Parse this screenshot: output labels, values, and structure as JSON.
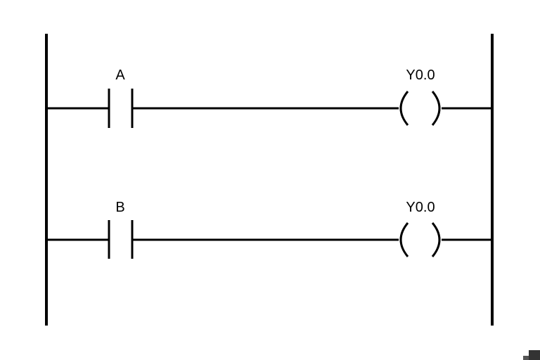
{
  "diagram": {
    "stroke_color": "#000000",
    "background_color": "#ffffff",
    "rungs": [
      {
        "contact_label": "A",
        "coil_label": "Y0.0"
      },
      {
        "contact_label": "B",
        "coil_label": "Y0.0"
      }
    ]
  }
}
